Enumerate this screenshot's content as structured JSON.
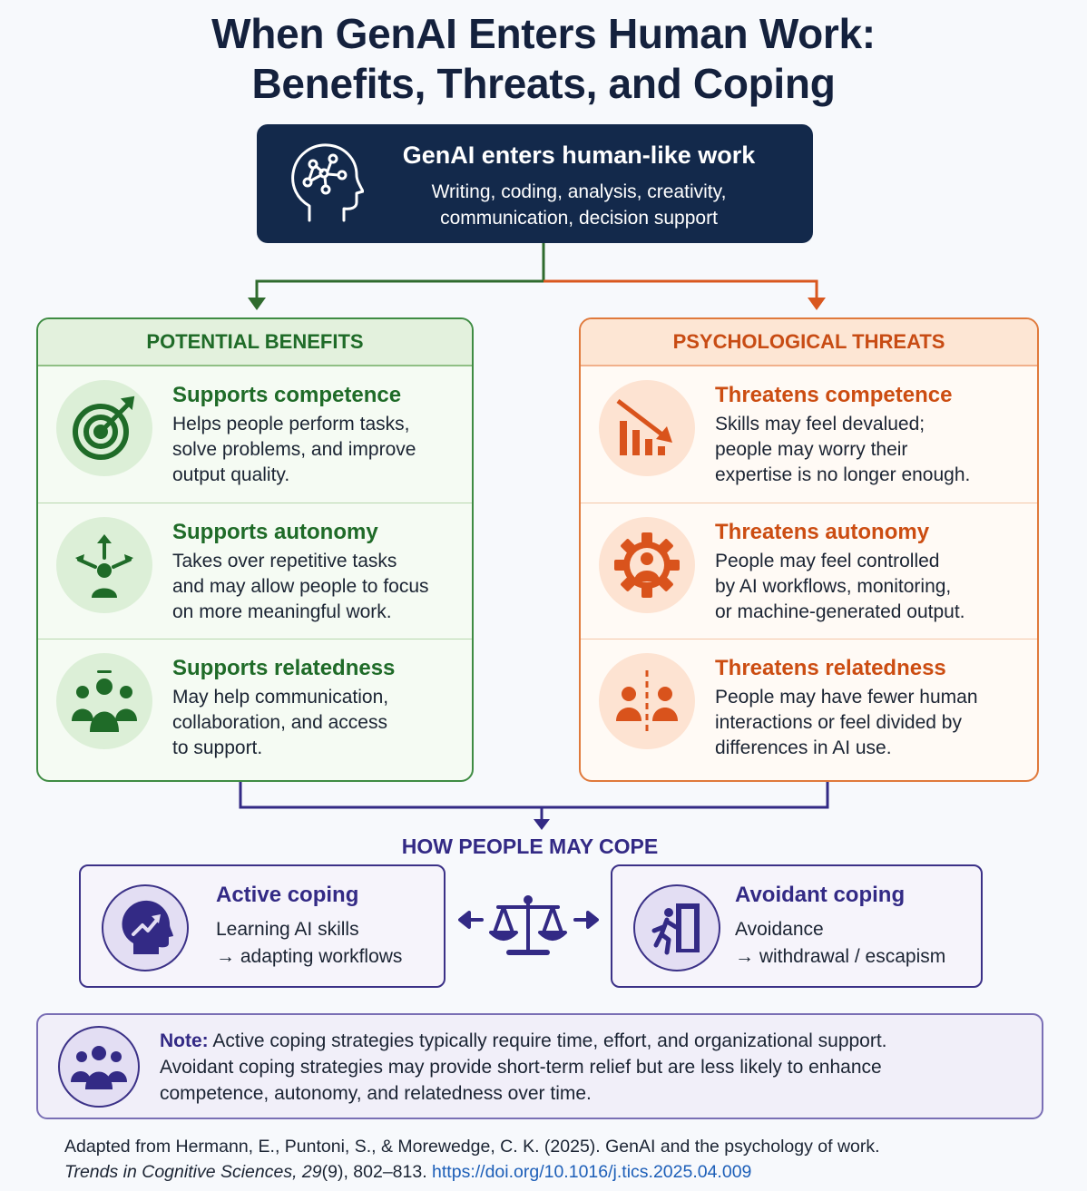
{
  "title": {
    "line1": "When GenAI Enters Human Work:",
    "line2": "Benefits, Threats, and Coping"
  },
  "top": {
    "title": "GenAI enters human-like work",
    "subtitle_line1": "Writing, coding, analysis, creativity,",
    "subtitle_line2": "communication, decision support"
  },
  "benefits": {
    "header": "POTENTIAL BENEFITS",
    "items": [
      {
        "title": "Supports competence",
        "lines": [
          "Helps people perform tasks,",
          "solve problems, and improve",
          "output quality."
        ]
      },
      {
        "title": "Supports autonomy",
        "lines": [
          "Takes over repetitive tasks",
          "and may allow people to focus",
          "on more meaningful work."
        ]
      },
      {
        "title": "Supports relatedness",
        "lines": [
          "May help communication,",
          "collaboration, and access",
          "to support."
        ]
      }
    ]
  },
  "threats": {
    "header": "PSYCHOLOGICAL THREATS",
    "items": [
      {
        "title": "Threatens competence",
        "lines": [
          "Skills may feel devalued;",
          "people may worry their",
          "expertise is no longer enough."
        ]
      },
      {
        "title": "Threatens autonomy",
        "lines": [
          "People may feel controlled",
          "by AI workflows, monitoring,",
          "or machine-generated output."
        ]
      },
      {
        "title": "Threatens relatedness",
        "lines": [
          "People may have fewer human",
          "interactions or feel divided by",
          "differences in AI use."
        ]
      }
    ]
  },
  "coping": {
    "label": "HOW PEOPLE MAY COPE",
    "active": {
      "title": "Active coping",
      "line1": "Learning AI skills",
      "line2": "→ adapting workflows"
    },
    "avoidant": {
      "title": "Avoidant coping",
      "line1": "Avoidance",
      "line2": "→ withdrawal / escapism"
    }
  },
  "note": {
    "label": "Note:",
    "line1": " Active coping strategies typically require time, effort, and organizational support.",
    "line2": "Avoidant coping strategies may provide short-term relief but are less likely to enhance",
    "line3": "competence, autonomy, and relatedness over time."
  },
  "citation": {
    "line1": "Adapted from Hermann, E., Puntoni, S., & Morewedge, C. K. (2025). GenAI and the psychology of work.",
    "journal": "Trends in Cognitive Sciences,",
    "volume": " 29",
    "issue": "(9), 802–813. ",
    "doi": "https://doi.org/10.1016/j.tics.2025.04.009"
  },
  "colors": {
    "navy": "#13294b",
    "green": "#1f6b28",
    "orange": "#cc4d12",
    "purple": "#332a85",
    "link": "#1d5fb8"
  },
  "icons": {
    "top": "brain-head-icon",
    "benefits": [
      "target-icon",
      "person-arrows-icon",
      "group-icon"
    ],
    "threats": [
      "declining-chart-icon",
      "gear-person-icon",
      "divided-people-icon"
    ],
    "coping": [
      "growth-head-icon",
      "exit-door-icon",
      "balance-scale-icon"
    ],
    "note": "group-icon"
  }
}
